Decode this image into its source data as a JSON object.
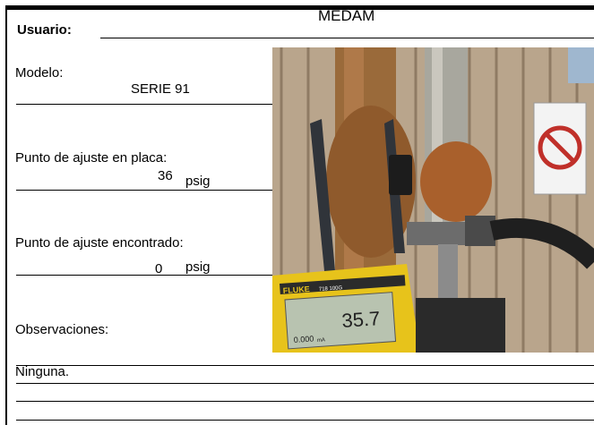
{
  "form": {
    "usuario_label": "Usuario:",
    "usuario_value": "MEDAM",
    "modelo_label": "Modelo:",
    "modelo_value": "SERIE 91",
    "punto_placa_label": "Punto de ajuste en placa:",
    "punto_placa_value": "36",
    "punto_placa_unit": "psig",
    "punto_encontrado_label": "Punto de ajuste encontrado:",
    "punto_encontrado_value": "0",
    "punto_encontrado_unit": "psig",
    "observaciones_label": "Observaciones:",
    "observaciones_value": "Ninguna."
  },
  "photo": {
    "meter_brand": "FLUKE",
    "meter_model": "718 100G",
    "meter_reading": "35.7",
    "meter_sub_reading": "0.000",
    "meter_sub_unit": "mA"
  }
}
